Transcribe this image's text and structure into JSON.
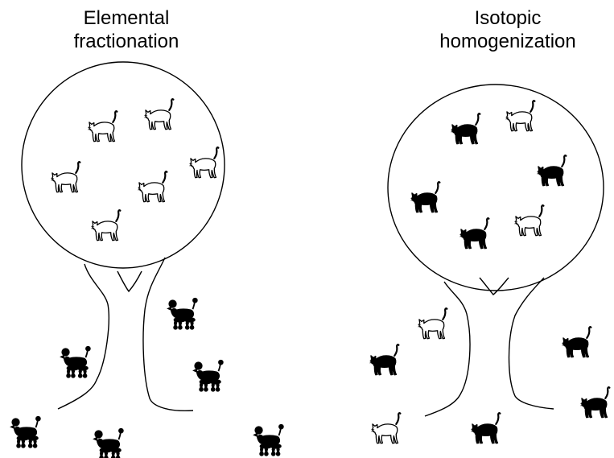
{
  "panels": [
    {
      "title_line1": "Elemental",
      "title_line2": "fractionation",
      "in_tree": [
        {
          "animal": "cat",
          "fill": "white"
        },
        {
          "animal": "cat",
          "fill": "white"
        },
        {
          "animal": "cat",
          "fill": "white"
        },
        {
          "animal": "cat",
          "fill": "white"
        },
        {
          "animal": "cat",
          "fill": "white"
        },
        {
          "animal": "cat",
          "fill": "white"
        }
      ],
      "on_ground": [
        {
          "animal": "poodle",
          "fill": "black"
        },
        {
          "animal": "poodle",
          "fill": "black"
        },
        {
          "animal": "poodle",
          "fill": "black"
        },
        {
          "animal": "poodle",
          "fill": "black"
        },
        {
          "animal": "poodle",
          "fill": "black"
        },
        {
          "animal": "poodle",
          "fill": "black"
        }
      ]
    },
    {
      "title_line1": "Isotopic",
      "title_line2": "homogenization",
      "in_tree": [
        {
          "animal": "cat",
          "fill": "black"
        },
        {
          "animal": "cat",
          "fill": "white"
        },
        {
          "animal": "cat",
          "fill": "black"
        },
        {
          "animal": "cat",
          "fill": "black"
        },
        {
          "animal": "cat",
          "fill": "black"
        },
        {
          "animal": "cat",
          "fill": "white"
        }
      ],
      "on_ground": [
        {
          "animal": "cat",
          "fill": "white"
        },
        {
          "animal": "cat",
          "fill": "black"
        },
        {
          "animal": "cat",
          "fill": "black"
        },
        {
          "animal": "cat",
          "fill": "white"
        },
        {
          "animal": "cat",
          "fill": "black"
        },
        {
          "animal": "cat",
          "fill": "black"
        }
      ]
    }
  ],
  "colors": {
    "ink": "#000000",
    "paper": "#ffffff"
  }
}
